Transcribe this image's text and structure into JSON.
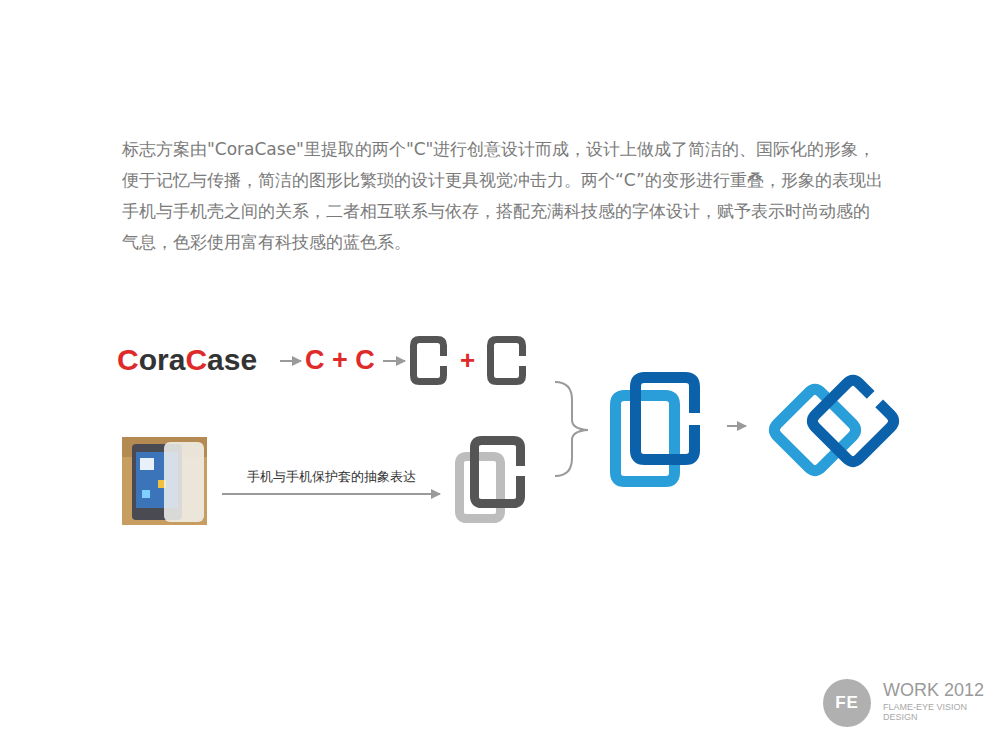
{
  "diagram": {
    "labels": [
      "标志方案由\"CoraCase\"里提取的两个\"C\"进行创意设计而成，设计上做成了简洁的、国际化的形象，便于记忆与传播，简洁的图形比繁琐的设计更具视觉冲击力。两个“C”的变形进行重叠，形象的表现出手机与手机壳之间的关系，二者相互联系与依存，搭配充满科技感的字体设计，赋予表示时尚动感的气息，色彩使用富有科技感的蓝色系。",
      "CoraCase",
      "C + C",
      "+",
      "手机与手机保护套的抽象表达",
      "FE",
      "WORK 2012",
      "FLAME-EYE VISION DESIGN"
    ]
  }
}
